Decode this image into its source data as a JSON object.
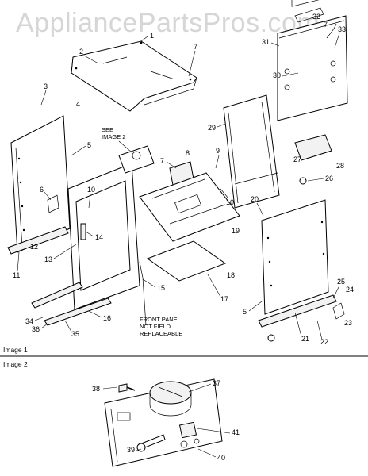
{
  "watermark": "AppliancePartsPros.com",
  "image1_caption": "Image 1",
  "image2_caption": "Image 2",
  "notes": {
    "see_image2_line1": "SEE",
    "see_image2_line2": "IMAGE 2",
    "front_panel_line1": "FRONT PANEL",
    "front_panel_line2": "NOT FIELD",
    "front_panel_line3": "REPLACEABLE"
  },
  "callouts": {
    "c1": "1",
    "c2": "2",
    "c3": "3",
    "c4": "4",
    "c5a": "5",
    "c5b": "5",
    "c6": "6",
    "c7a": "7",
    "c7b": "7",
    "c7c": "7",
    "c8": "8",
    "c9": "9",
    "c10a": "10",
    "c10b": "10",
    "c11": "11",
    "c12": "12",
    "c13": "13",
    "c14": "14",
    "c15": "15",
    "c16": "16",
    "c17": "17",
    "c18": "18",
    "c19": "19",
    "c20": "20",
    "c21": "21",
    "c22": "22",
    "c23": "23",
    "c24": "24",
    "c25": "25",
    "c26": "26",
    "c27": "27",
    "c28": "28",
    "c29": "29",
    "c30": "30",
    "c31": "31",
    "c32": "32",
    "c33": "33",
    "c34": "34",
    "c35": "35",
    "c36": "36",
    "c37": "37",
    "c38": "38",
    "c39": "39",
    "c40": "40",
    "c41": "41"
  }
}
